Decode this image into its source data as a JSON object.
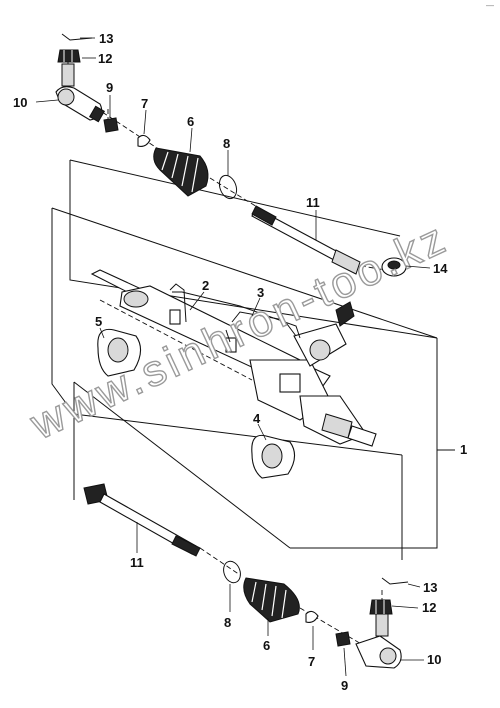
{
  "watermark": "www.sinhron-too.kz",
  "corner_mark": "—",
  "callouts": {
    "c1": "1",
    "c2": "2",
    "c3": "3",
    "c4": "4",
    "c5": "5",
    "c6_top": "6",
    "c6_bottom": "6",
    "c7_top": "7",
    "c7_bottom": "7",
    "c8_top": "8",
    "c8_bottom": "8",
    "c9_top": "9",
    "c9_bottom": "9",
    "c10_top": "10",
    "c10_bottom": "10",
    "c11_top": "11",
    "c11_bottom": "11",
    "c12_top": "12",
    "c12_bottom": "12",
    "c13_top": "13",
    "c13_bottom": "13",
    "c14": "14"
  }
}
